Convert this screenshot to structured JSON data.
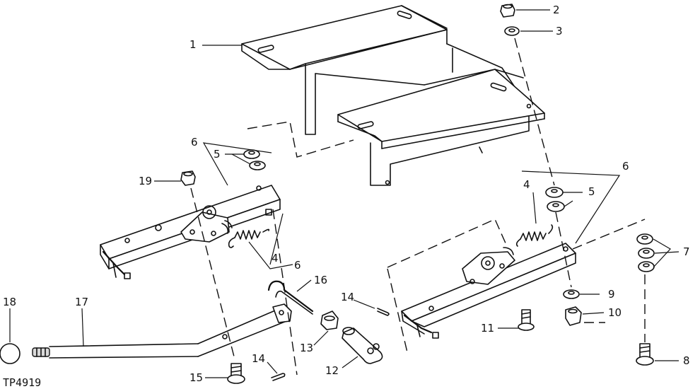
{
  "figure_id": "TP4919",
  "callouts": {
    "c1": "1",
    "c2": "2",
    "c3": "3",
    "c4a": "4",
    "c4b": "4",
    "c5a": "5",
    "c5b": "5",
    "c6a": "6",
    "c6b": "6",
    "c6c": "6",
    "c7": "7",
    "c8": "8",
    "c9": "9",
    "c10": "10",
    "c11": "11",
    "c12": "12",
    "c13": "13",
    "c14a": "14",
    "c14b": "14",
    "c15": "15",
    "c16": "16",
    "c17": "17",
    "c18": "18",
    "c19": "19"
  }
}
